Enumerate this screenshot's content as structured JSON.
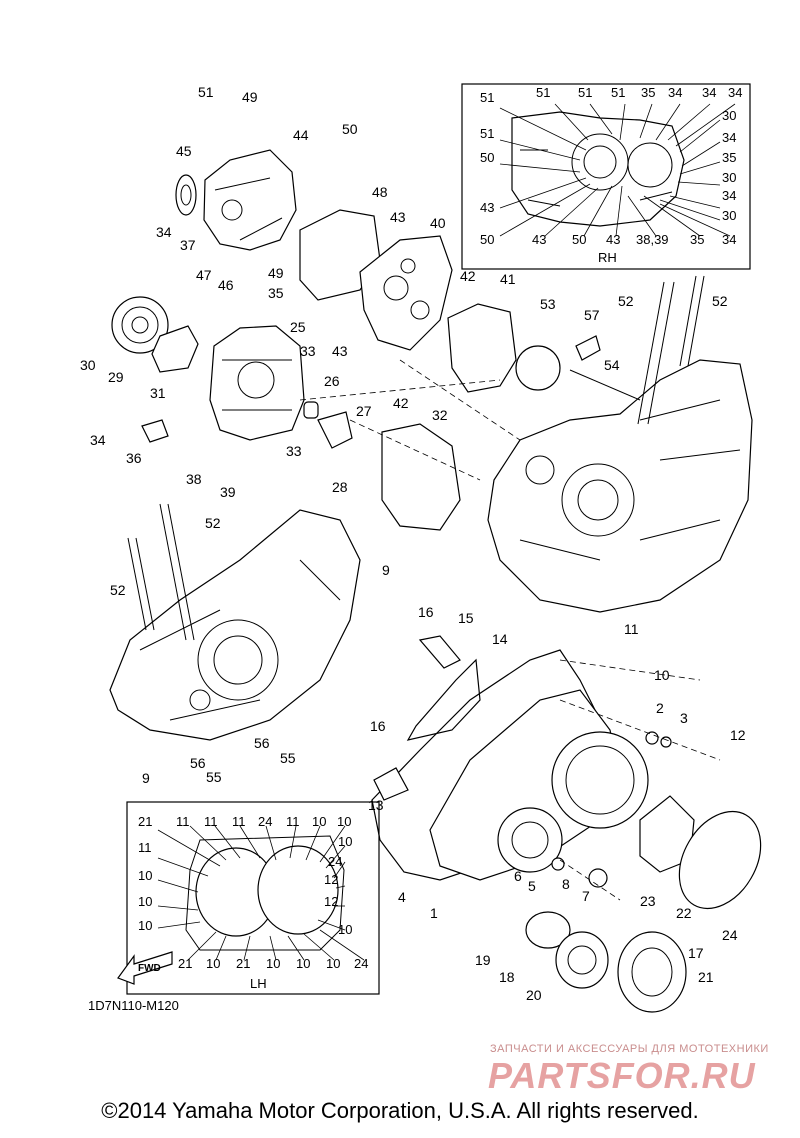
{
  "diagram_code": "1D7N110-M120",
  "inset_rh_label": "RH",
  "inset_lh_label": "LH",
  "fwd_label": "FWD",
  "copyright": "©2014 Yamaha Motor Corporation, U.S.A. All rights reserved.",
  "watermark": {
    "top_text": "ЗАПЧАСТИ И АКСЕССУАРЫ ДЛЯ МОТОТЕХНИКИ",
    "logo_text": "PARTSFOR.RU"
  },
  "callouts": [
    {
      "id": "c51a",
      "text": "51"
    },
    {
      "id": "c49a",
      "text": "49"
    },
    {
      "id": "c50a",
      "text": "50"
    },
    {
      "id": "c44",
      "text": "44"
    },
    {
      "id": "c45",
      "text": "45"
    },
    {
      "id": "c48",
      "text": "48"
    },
    {
      "id": "c34a",
      "text": "34"
    },
    {
      "id": "c37",
      "text": "37"
    },
    {
      "id": "c43a",
      "text": "43"
    },
    {
      "id": "c40",
      "text": "40"
    },
    {
      "id": "c47",
      "text": "47"
    },
    {
      "id": "c46",
      "text": "46"
    },
    {
      "id": "c49b",
      "text": "49"
    },
    {
      "id": "c42a",
      "text": "42"
    },
    {
      "id": "c41",
      "text": "41"
    },
    {
      "id": "c35a",
      "text": "35"
    },
    {
      "id": "c30a",
      "text": "30"
    },
    {
      "id": "c29",
      "text": "29"
    },
    {
      "id": "c31",
      "text": "31"
    },
    {
      "id": "c25",
      "text": "25"
    },
    {
      "id": "c33a",
      "text": "33"
    },
    {
      "id": "c43b",
      "text": "43"
    },
    {
      "id": "c53",
      "text": "53"
    },
    {
      "id": "c57",
      "text": "57"
    },
    {
      "id": "c52a",
      "text": "52"
    },
    {
      "id": "c52b",
      "text": "52"
    },
    {
      "id": "c54",
      "text": "54"
    },
    {
      "id": "c26",
      "text": "26"
    },
    {
      "id": "c42b",
      "text": "42"
    },
    {
      "id": "c34b",
      "text": "34"
    },
    {
      "id": "c36",
      "text": "36"
    },
    {
      "id": "c27",
      "text": "27"
    },
    {
      "id": "c32",
      "text": "32"
    },
    {
      "id": "c38",
      "text": "38"
    },
    {
      "id": "c39",
      "text": "39"
    },
    {
      "id": "c33b",
      "text": "33"
    },
    {
      "id": "c28",
      "text": "28"
    },
    {
      "id": "c52c",
      "text": "52"
    },
    {
      "id": "c52d",
      "text": "52"
    },
    {
      "id": "c9a",
      "text": "9"
    },
    {
      "id": "c16a",
      "text": "16"
    },
    {
      "id": "c15",
      "text": "15"
    },
    {
      "id": "c14",
      "text": "14"
    },
    {
      "id": "c11a",
      "text": "11"
    },
    {
      "id": "c10a",
      "text": "10"
    },
    {
      "id": "c2",
      "text": "2"
    },
    {
      "id": "c3",
      "text": "3"
    },
    {
      "id": "c12a",
      "text": "12"
    },
    {
      "id": "c56a",
      "text": "56"
    },
    {
      "id": "c55a",
      "text": "55"
    },
    {
      "id": "c56b",
      "text": "56"
    },
    {
      "id": "c55b",
      "text": "55"
    },
    {
      "id": "c9b",
      "text": "9"
    },
    {
      "id": "c16b",
      "text": "16"
    },
    {
      "id": "c13",
      "text": "13"
    },
    {
      "id": "c4",
      "text": "4"
    },
    {
      "id": "c1",
      "text": "1"
    },
    {
      "id": "c6",
      "text": "6"
    },
    {
      "id": "c5",
      "text": "5"
    },
    {
      "id": "c8",
      "text": "8"
    },
    {
      "id": "c7",
      "text": "7"
    },
    {
      "id": "c23",
      "text": "23"
    },
    {
      "id": "c22",
      "text": "22"
    },
    {
      "id": "c24a",
      "text": "24"
    },
    {
      "id": "c19",
      "text": "19"
    },
    {
      "id": "c18",
      "text": "18"
    },
    {
      "id": "c20",
      "text": "20"
    },
    {
      "id": "c17",
      "text": "17"
    },
    {
      "id": "c21a",
      "text": "21"
    }
  ],
  "rh_inset_callouts": [
    {
      "text": "51"
    },
    {
      "text": "51"
    },
    {
      "text": "51"
    },
    {
      "text": "51"
    },
    {
      "text": "35"
    },
    {
      "text": "34"
    },
    {
      "text": "34"
    },
    {
      "text": "34"
    },
    {
      "text": "51"
    },
    {
      "text": "30"
    },
    {
      "text": "50"
    },
    {
      "text": "34"
    },
    {
      "text": "35"
    },
    {
      "text": "30"
    },
    {
      "text": "34"
    },
    {
      "text": "43"
    },
    {
      "text": "30"
    },
    {
      "text": "50"
    },
    {
      "text": "43"
    },
    {
      "text": "50"
    },
    {
      "text": "43"
    },
    {
      "text": "38,39"
    },
    {
      "text": "35"
    },
    {
      "text": "34"
    }
  ],
  "lh_inset_callouts": [
    {
      "text": "21"
    },
    {
      "text": "11"
    },
    {
      "text": "11"
    },
    {
      "text": "11"
    },
    {
      "text": "24"
    },
    {
      "text": "11"
    },
    {
      "text": "10"
    },
    {
      "text": "10"
    },
    {
      "text": "11"
    },
    {
      "text": "10"
    },
    {
      "text": "24"
    },
    {
      "text": "10"
    },
    {
      "text": "12"
    },
    {
      "text": "10"
    },
    {
      "text": "12"
    },
    {
      "text": "10"
    },
    {
      "text": "10"
    },
    {
      "text": "21"
    },
    {
      "text": "10"
    },
    {
      "text": "21"
    },
    {
      "text": "10"
    },
    {
      "text": "10"
    },
    {
      "text": "10"
    },
    {
      "text": "24"
    }
  ]
}
